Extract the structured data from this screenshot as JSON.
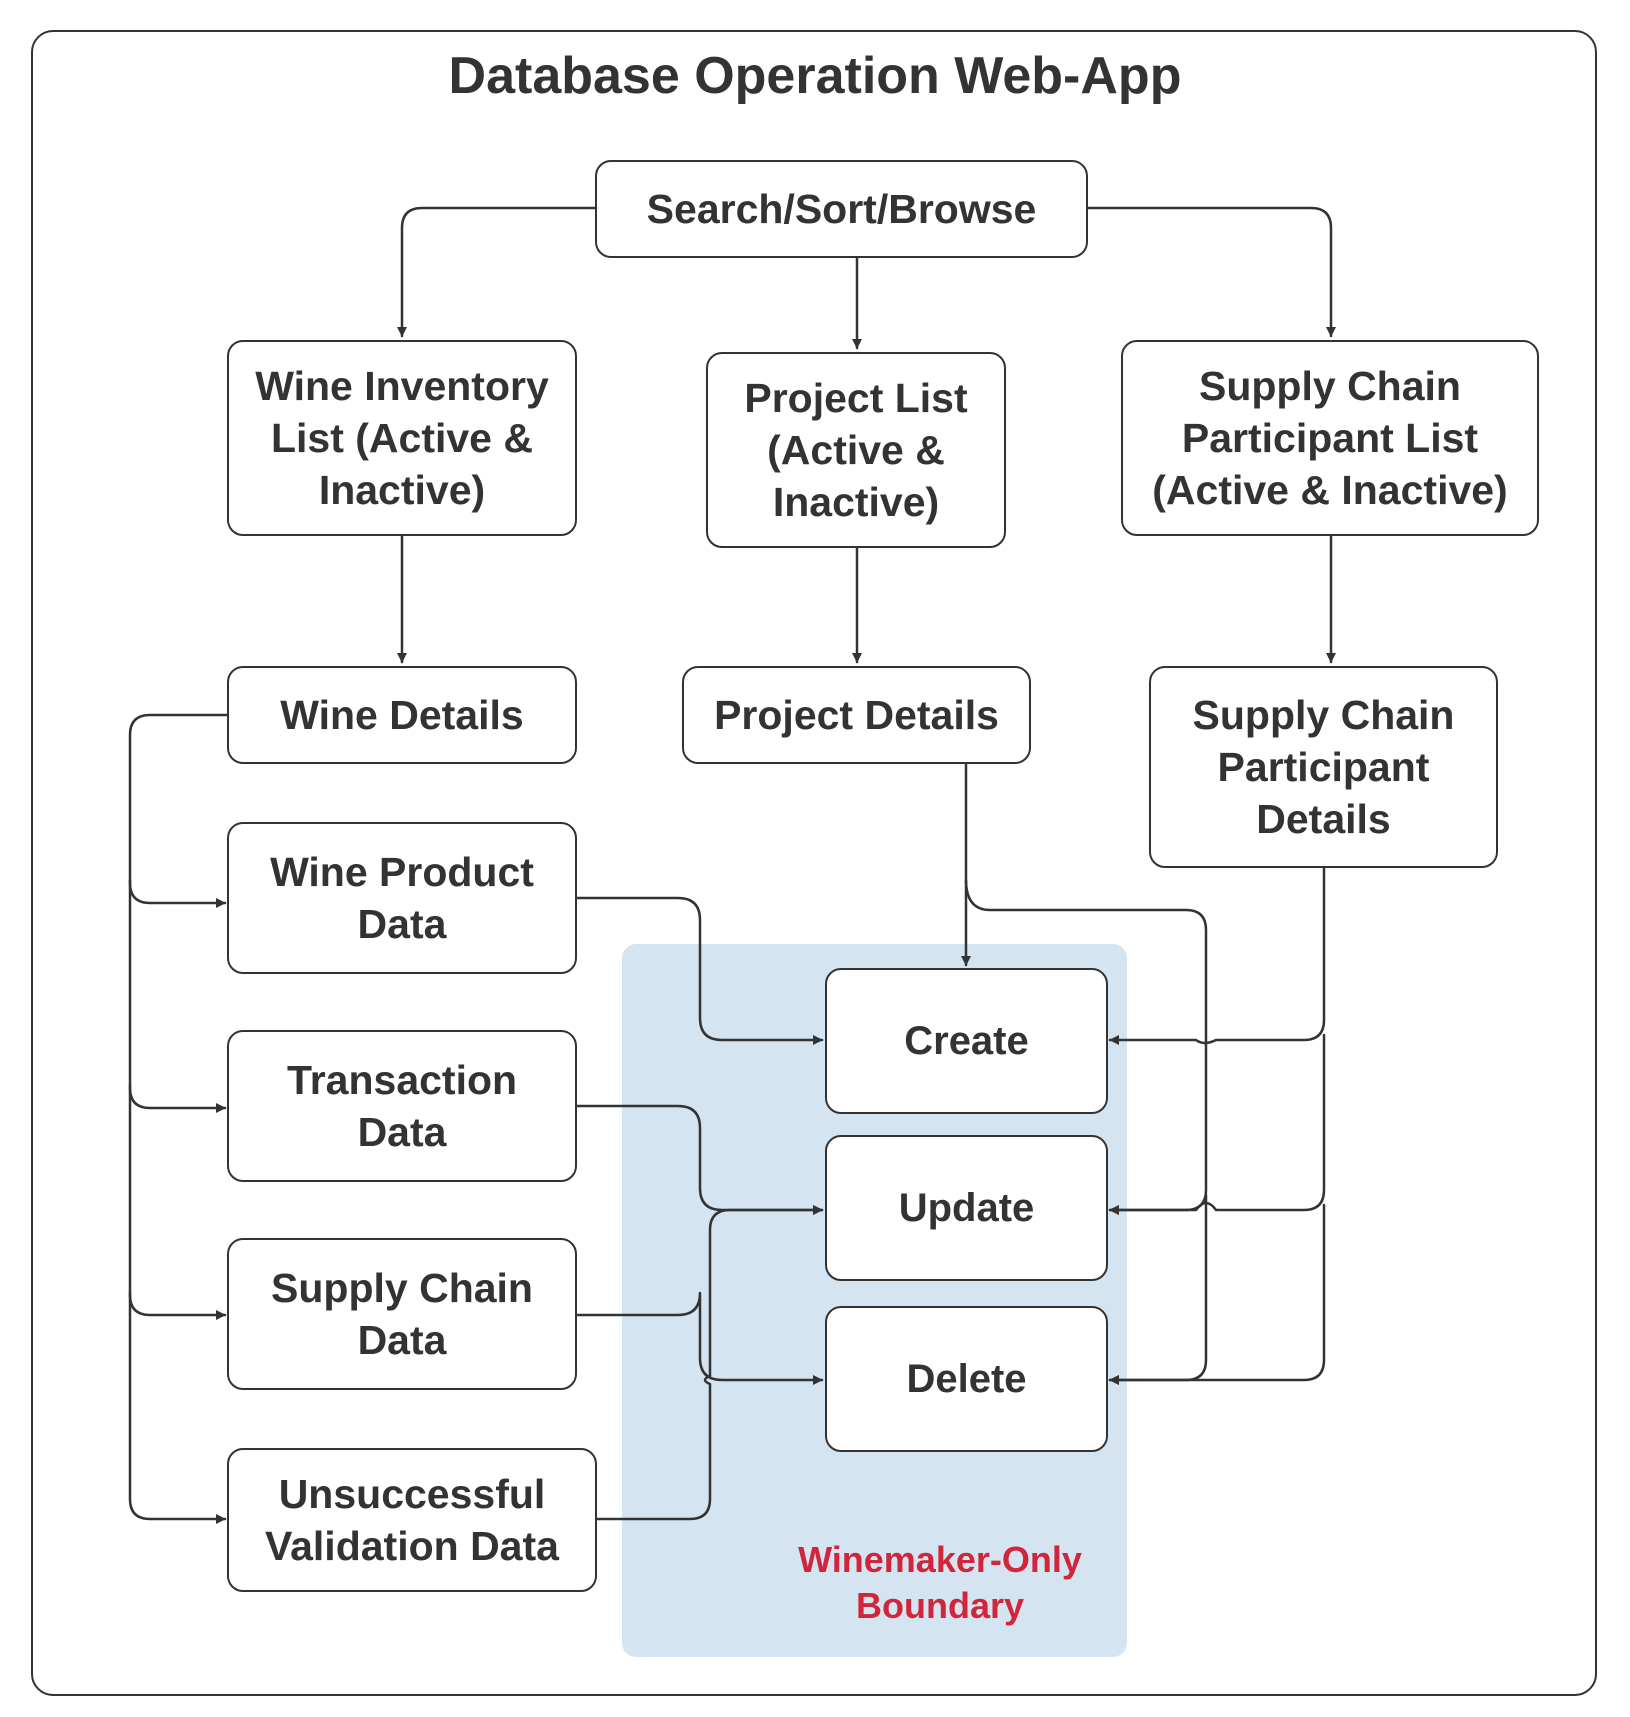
{
  "title": "Database Operation Web-App",
  "boundary": {
    "label": "Winemaker-Only\nBoundary",
    "fill": "#d4e5f1",
    "label_color": "#d0253b"
  },
  "nodes": {
    "search": "Search/Sort/Browse",
    "wine_inventory": "Wine Inventory\nList (Active &\nInactive)",
    "project_list": "Project List\n(Active &\nInactive)",
    "supply_chain_list": "Supply Chain\nParticipant List\n(Active & Inactive)",
    "wine_details": "Wine Details",
    "project_details": "Project Details",
    "supply_chain_details": "Supply Chain\nParticipant\nDetails",
    "wine_product_data": "Wine Product\nData",
    "transaction_data": "Transaction\nData",
    "supply_chain_data": "Supply Chain\nData",
    "validation_data": "Unsuccessful\nValidation Data",
    "create": "Create",
    "update": "Update",
    "delete": "Delete"
  },
  "edges": [
    {
      "from": "search",
      "to": "wine_inventory"
    },
    {
      "from": "search",
      "to": "project_list"
    },
    {
      "from": "search",
      "to": "supply_chain_list"
    },
    {
      "from": "wine_inventory",
      "to": "wine_details"
    },
    {
      "from": "project_list",
      "to": "project_details"
    },
    {
      "from": "supply_chain_list",
      "to": "supply_chain_details"
    },
    {
      "from": "wine_details",
      "to": "wine_product_data"
    },
    {
      "from": "wine_details",
      "to": "transaction_data"
    },
    {
      "from": "wine_details",
      "to": "supply_chain_data"
    },
    {
      "from": "wine_details",
      "to": "validation_data"
    },
    {
      "from": "wine_product_data",
      "to": "create"
    },
    {
      "from": "transaction_data",
      "to": "update"
    },
    {
      "from": "supply_chain_data",
      "to": "delete"
    },
    {
      "from": "validation_data",
      "to": "update"
    },
    {
      "from": "project_details",
      "to": "create"
    },
    {
      "from": "project_details",
      "to": "update"
    },
    {
      "from": "project_details",
      "to": "delete"
    },
    {
      "from": "supply_chain_details",
      "to": "create"
    },
    {
      "from": "supply_chain_details",
      "to": "update"
    },
    {
      "from": "supply_chain_details",
      "to": "delete"
    }
  ]
}
